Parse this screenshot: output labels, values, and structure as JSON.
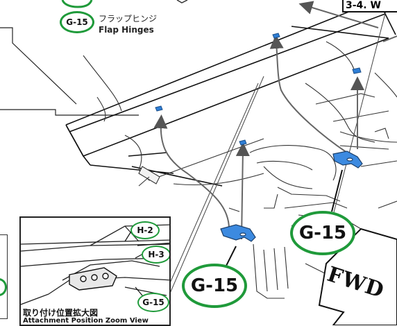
{
  "part_legend": {
    "part_code": "G-15",
    "name_jp": "フラップヒンジ",
    "name_en": "Flap Hinges"
  },
  "step": {
    "label": "3-4. W"
  },
  "callouts": [
    {
      "code": "G-15"
    },
    {
      "code": "G-15"
    }
  ],
  "inset": {
    "title_jp": "取り付け位置拡大図",
    "title_en": "Attachment Position Zoom View",
    "tags": [
      "H-2",
      "H-3",
      "G-15"
    ]
  },
  "direction_label": "FWD",
  "colors": {
    "tag_green": "#1f9a3a",
    "part_blue": "#2f7fd6",
    "line_gray": "#666666"
  }
}
